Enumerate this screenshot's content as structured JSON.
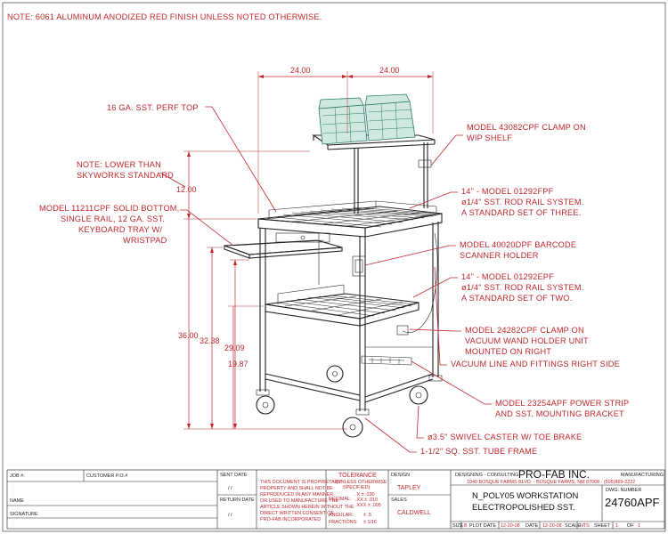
{
  "top_note": "NOTE: 6061 ALUMINUM ANODIZED RED FINISH UNLESS NOTED OTHERWISE.",
  "dimensions": {
    "width_left": "24.00",
    "width_right": "24.00",
    "shelf_height": "12.00",
    "h1": "36.00",
    "h2": "32.38",
    "h3": "29.09",
    "h4": "19.87"
  },
  "callouts": {
    "perf_top": "16 GA. SST. PERF TOP",
    "note_lower_1": "NOTE: LOWER THAN",
    "note_lower_2": "SKYWORKS STANDARD",
    "keyboard_1": "MODEL 11211CPF SOLID BOTTOM,",
    "keyboard_2": "SINGLE RAIL, 12 GA. SST.",
    "keyboard_3": "KEYBOARD TRAY W/",
    "keyboard_4": "WRISTPAD",
    "clamp_1": "MODEL 43082CPF CLAMP ON",
    "clamp_2": "WIP SHELF",
    "rail_top_1": "14\" - MODEL 01292FPF",
    "rail_top_2": "ø1/4\" SST. ROD RAIL SYSTEM.",
    "rail_top_3": "A STANDARD SET OF THREE.",
    "barcode_1": "MODEL 40020DPF BARCODE",
    "barcode_2": "SCANNER HOLDER",
    "rail_low_1": "14\" - MODEL 01292EPF",
    "rail_low_2": "ø1/4\" SST. ROD RAIL SYSTEM.",
    "rail_low_3": "A STANDARD SET OF TWO.",
    "vac_1": "MODEL 24282CPF CLAMP ON",
    "vac_2": "VACUUM WAND HOLDER UNIT",
    "vac_3": "MOUNTED ON RIGHT",
    "vac_line": "VACUUM LINE AND FITTINGS RIGHT SIDE",
    "power_1": "MODEL 23254APF POWER STRIP",
    "power_2": "AND SST. MOUNTING BRACKET",
    "caster": "ø3.5\" SWIVEL CASTER W/ TOE BRAKE",
    "tube": "1-1/2\" SQ. SST. TUBE FRAME"
  },
  "title_block": {
    "job_label": "JOB #:",
    "customer_label": "CUSTOMER P.O.#",
    "name_label": "NAME",
    "signature_label": "SIGNATURE",
    "sent_date_label": "SENT DATE",
    "return_date_label": "RETURN DATE",
    "date_slashes_1": "/   /",
    "date_slashes_2": "/   /",
    "proprietary_1": "THIS DOCUMENT IS PROPRIETARY",
    "proprietary_2": "PROPERTY AND SHALL NOT BE",
    "proprietary_3": "REPRODUCED IN ANY MANNER",
    "proprietary_4": "OR USED TO MANUFACTURE THE",
    "proprietary_5": "ARTICLE SHOWN HEREIN WITHOUT THE",
    "proprietary_6": "DIRECT WRITTEN CONSENT OF",
    "proprietary_7": "PRO-FAB INCORPORATED",
    "tolerance_title": "TOLERANCE",
    "tolerance_sub1": "(UNLESS OTHERWISE",
    "tolerance_sub2": "SPECIFIED)",
    "tol_decimal_label": "DECIMAL:",
    "tol_x": ".X    ± .030",
    "tol_xx": ".XX   ± .010",
    "tol_xxx": ".XXX  ± .005",
    "tol_angular_label": "ANGULAR:",
    "tol_angular": "± .5",
    "tol_fraction_label": "FRACTIONS:",
    "tol_fraction": "± 1/16",
    "design_label": "DESIGN",
    "design_value": "TAPLEY",
    "sales_label": "SALES",
    "sales_value": "CALDWELL",
    "company_tag_left": "DESIGNING - CONSULTING",
    "company_name": "PRO-FAB INC.",
    "company_tag_right": "MANUFACTURING",
    "company_address": "1040 BOSQUE FARMS BLVD. - BOSQUE FARMS, NM 87068 - (505)869-2222",
    "title_1": "N_POLY05 WORKSTATION",
    "title_2": "ELECTROPOLISHED SST.",
    "dwg_number_label": "DWG. NUMBER",
    "dwg_number": "24760APF",
    "size_label": "SIZE",
    "size_value": "B",
    "plot_date_label": "PLOT DATE",
    "plot_date": "12-20-08",
    "date_label": "DATE",
    "date_value": "12-20-08",
    "scale_label": "SCALE",
    "scale_value": "NTS",
    "sheet_label": "SHEET",
    "sheet_value": "1",
    "of_label": "OF",
    "of_value": "1"
  }
}
